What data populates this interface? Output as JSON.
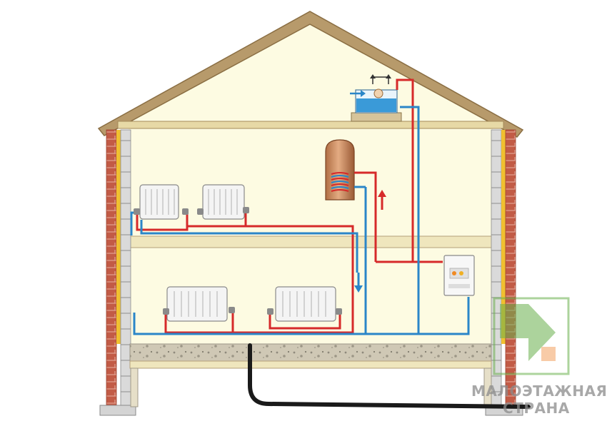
{
  "diagram": {
    "type": "house-heating-scheme",
    "colors": {
      "sky": "#ffffff",
      "wall_inner": "#fdfbe4",
      "roof": "#b79a6b",
      "roof_edge": "#8a6e43",
      "brick": "#c25b46",
      "insulation": "#f0c030",
      "block": "#d8d8d8",
      "floor_slab": "#e8dfb8",
      "hot_pipe": "#d62a2a",
      "cold_pipe": "#2a86c8",
      "radiator": "#f2f2f2",
      "boiler_tank": "#c88a5e",
      "expansion_tank": "#3a9ad8",
      "foundation": "#c9c2b0",
      "chimney_pipe": "#1a1a1a",
      "logo_green": "#6ab04c",
      "logo_orange": "#f4a261"
    },
    "icons": [
      "radiator-icon",
      "boiler-tank-icon",
      "expansion-tank-icon",
      "gas-boiler-icon",
      "flow-arrow-icon"
    ],
    "flow_directions": [
      "down",
      "up"
    ]
  },
  "watermark": {
    "line1": "МАЛОЭТАЖНАЯ",
    "line2": "СТРАНА"
  }
}
